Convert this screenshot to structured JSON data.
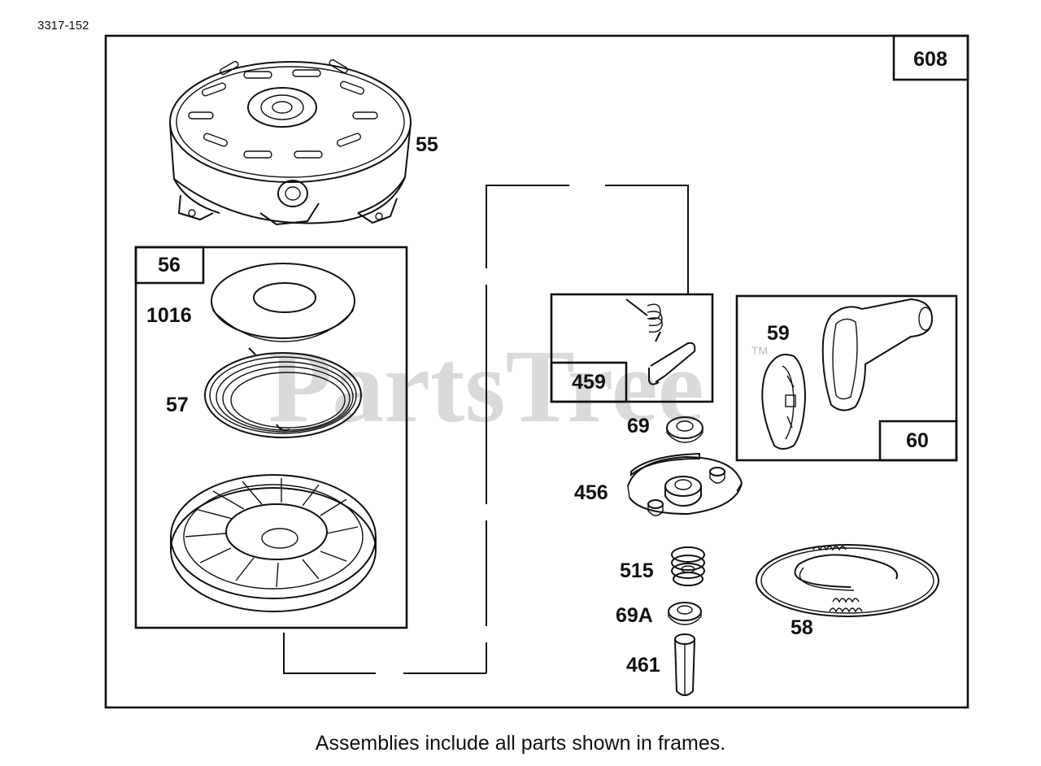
{
  "diagram_id": "3317-152",
  "watermark": {
    "text": "PartsTree",
    "tm": "TM"
  },
  "caption": "Assemblies include all parts shown in frames.",
  "frames": {
    "f608": "608",
    "f56": "56",
    "f459": "459",
    "f60": "60"
  },
  "parts": {
    "p55": "55",
    "p1016": "1016",
    "p57": "57",
    "p59": "59",
    "p69": "69",
    "p456": "456",
    "p515": "515",
    "p69A": "69A",
    "p461": "461",
    "p58": "58"
  }
}
